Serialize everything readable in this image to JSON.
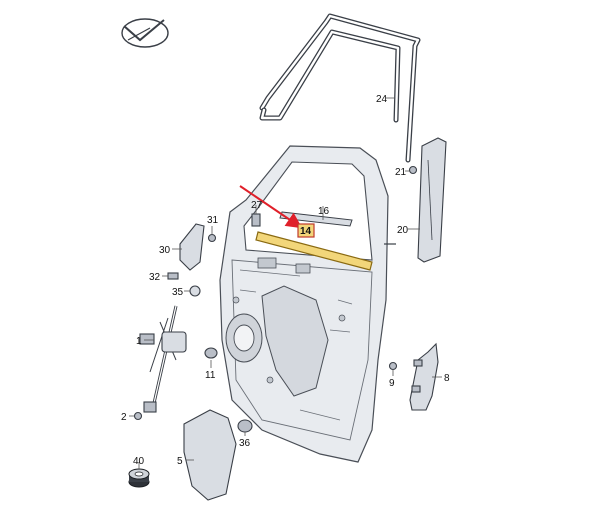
{
  "colors": {
    "highlight_fill": "#f2d67a",
    "highlight_stroke": "#8a6a12",
    "arrow": "#e0202a",
    "callout_box": "#f2d67a"
  },
  "icons": {
    "logo": "checkmark-seal-icon"
  },
  "callouts": {
    "c1": "1",
    "c2": "2",
    "c5": "5",
    "c8": "8",
    "c9": "9",
    "c11": "11",
    "c14": "14",
    "c16": "16",
    "c20": "20",
    "c21": "21",
    "c24": "24",
    "c27": "27",
    "c30": "30",
    "c31": "31",
    "c32": "32",
    "c35": "35",
    "c36": "36",
    "c40": "40"
  }
}
